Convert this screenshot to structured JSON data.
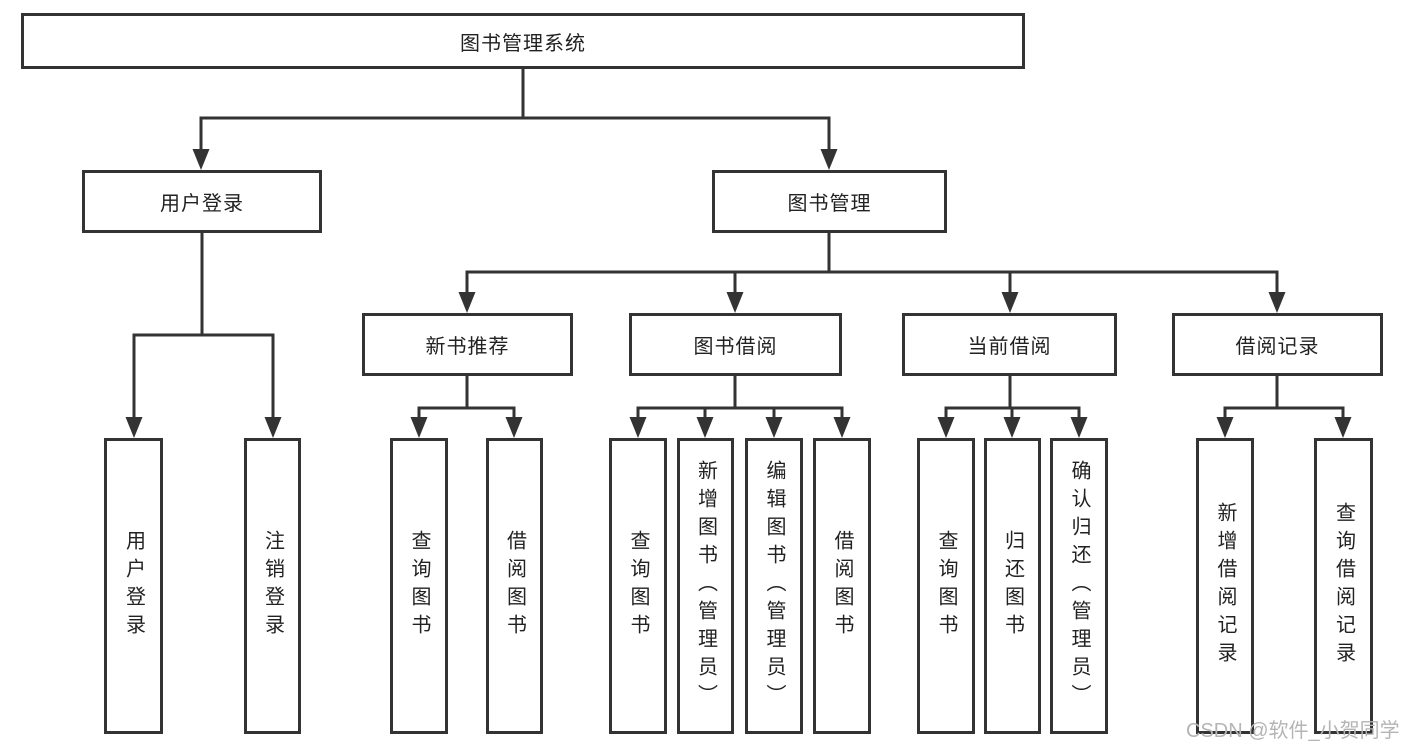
{
  "root": {
    "label": "图书管理系统"
  },
  "level2": [
    {
      "label": "用户登录"
    },
    {
      "label": "图书管理"
    }
  ],
  "level3": [
    {
      "label": "新书推荐"
    },
    {
      "label": "图书借阅"
    },
    {
      "label": "当前借阅"
    },
    {
      "label": "借阅记录"
    }
  ],
  "leaves": {
    "user_login": [
      {
        "label": "用户登录"
      },
      {
        "label": "注销登录"
      }
    ],
    "new_books": [
      {
        "label": "查询图书"
      },
      {
        "label": "借阅图书"
      }
    ],
    "book_borrow": [
      {
        "label": "查询图书"
      },
      {
        "label": "新增图书（管理员）"
      },
      {
        "label": "编辑图书（管理员）"
      },
      {
        "label": "借阅图书"
      }
    ],
    "current_borrow": [
      {
        "label": "查询图书"
      },
      {
        "label": "归还图书"
      },
      {
        "label": "确认归还（管理员）"
      }
    ],
    "borrow_records": [
      {
        "label": "新增借阅记录"
      },
      {
        "label": "查询借阅记录"
      }
    ]
  },
  "watermark": "CSDN @软件_小贺同学",
  "colors": {
    "line": "#333333",
    "box_border": "#333333",
    "text": "#222222",
    "watermark": "#b5b5b5",
    "background": "#ffffff"
  }
}
